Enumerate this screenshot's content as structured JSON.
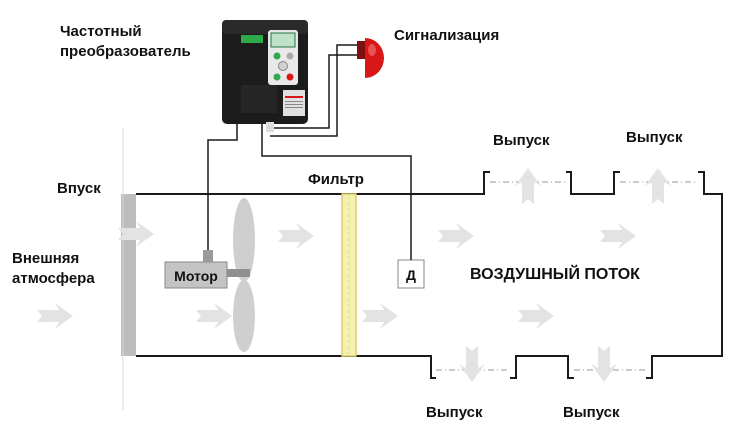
{
  "labels": {
    "vfd": [
      "Частотный",
      "преобразователь"
    ],
    "alarm": "Сигнализация",
    "inlet": "Впуск",
    "outside": [
      "Внешняя",
      "атмосфера"
    ],
    "filter": "Фильтр",
    "motor": "Мотор",
    "sensor": "Д",
    "airflow": "ВОЗДУШНЫЙ ПОТОК",
    "outlet": "Выпуск"
  },
  "colors": {
    "line": "#1a1a1a",
    "wall": "#bdbdbd",
    "arrow": "#e3e3e3",
    "filter_fill": "#f3f0b0",
    "filter_edge": "#d9cf6a",
    "alarm": "#d81818",
    "vfd_body": "#1c1c1c",
    "vfd_display": "#2eaa4a",
    "fan": "#cfcfcf"
  },
  "icons": {
    "vfd": "frequency-inverter-icon",
    "alarm": "alarm-beacon-icon",
    "fan": "fan-icon",
    "arrow": "airflow-arrow-icon"
  }
}
